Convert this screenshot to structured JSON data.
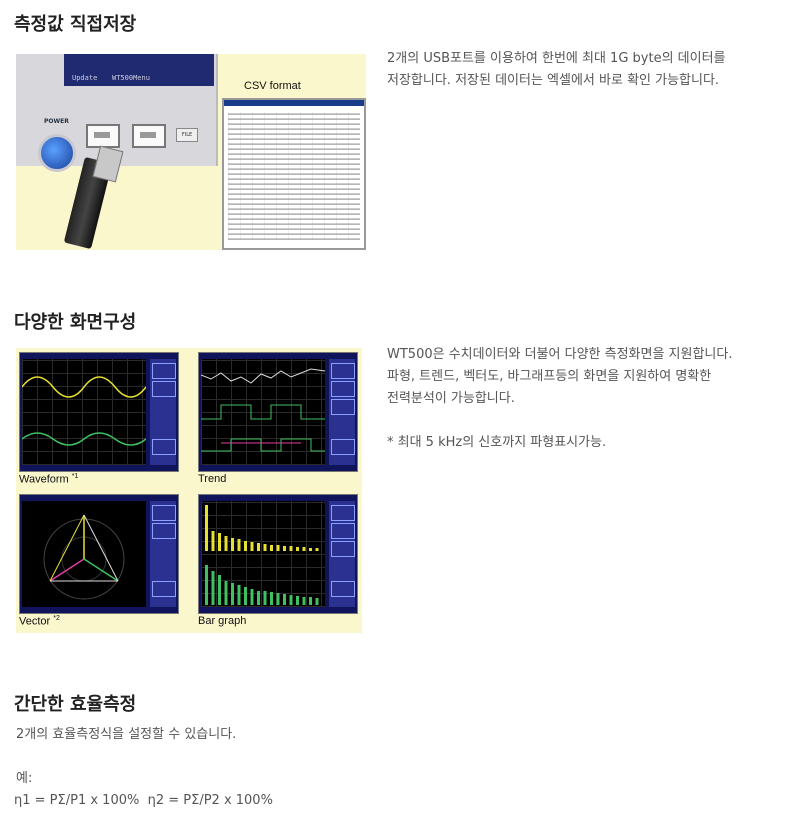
{
  "section1": {
    "title": "측정값 직접저장",
    "desc_line1": "2개의 USB포트를 이용하여 한번에 최대 1G byte의 데이터를",
    "desc_line2": "저장합니다. 저장된 데이터는 엑셀에서 바로 확인 가능합니다.",
    "image": {
      "csv_label": "CSV format",
      "power_label": "POWER",
      "file_label": "FILE",
      "screen_text1": "Update",
      "screen_text2": "WT500Menu"
    }
  },
  "section2": {
    "title": "다양한 화면구성",
    "desc_line1": "WT500은 수치데이터와 더불어 다양한 측정화면을 지원합니다.",
    "desc_line2": "파형, 트렌드, 벡터도, 바그래프등의 화면을 지원하여 명확한",
    "desc_line3": "전력분석이 가능합니다.",
    "note": "* 최대 5 kHz의 신호까지 파형표시가능.",
    "views": {
      "waveform": {
        "label": "Waveform",
        "sup": "*1"
      },
      "trend": {
        "label": "Trend",
        "sup": ""
      },
      "vector": {
        "label": "Vector",
        "sup": "*2"
      },
      "bargraph": {
        "label": "Bar graph",
        "sup": ""
      }
    }
  },
  "section3": {
    "title": "간단한 효율측정",
    "desc": "2개의 효율측정식을 설정할 수 있습니다.",
    "example_label": "예:",
    "formula": "η1 = PΣ/P1 x 100%  η2 = PΣ/P2 x 100%"
  },
  "colors": {
    "figure_bg": "#fbf7cc",
    "screen_bg": "#10145a",
    "wave_yellow": "#e8e030",
    "wave_green": "#40c060",
    "wave_magenta": "#e040a0"
  }
}
